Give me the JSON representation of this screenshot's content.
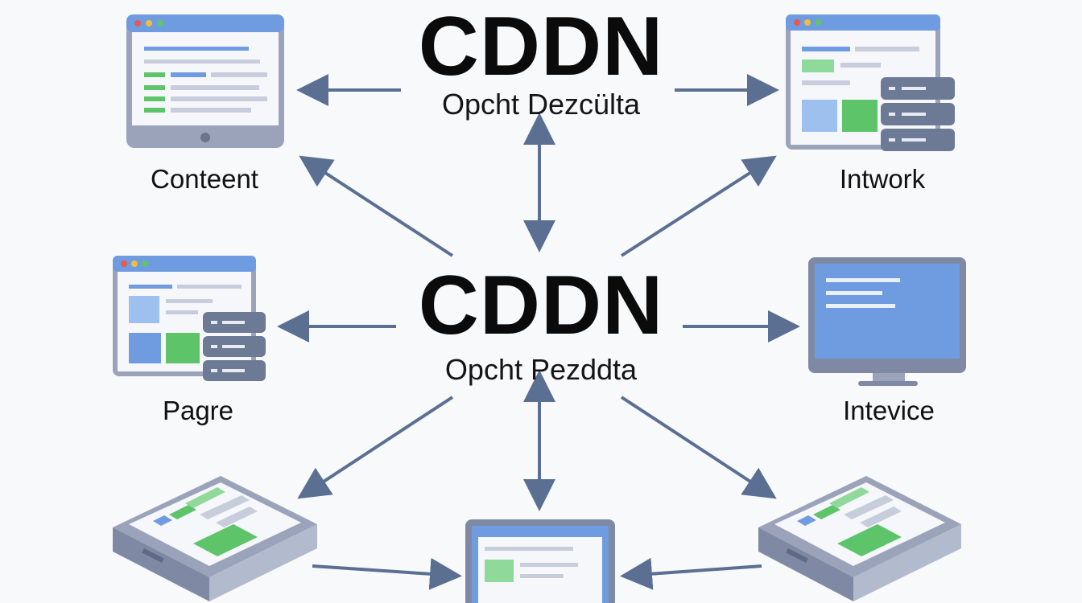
{
  "top_node": {
    "title": "CDDN",
    "subtitle": "Opcht Dezcülta"
  },
  "center_node": {
    "title": "CDDN",
    "subtitle": "Opcht Pezddta"
  },
  "nodes": {
    "content": {
      "label": "Conteent",
      "icon": "browser-window-icon"
    },
    "network": {
      "label": "Intwork",
      "icon": "browser-server-icon"
    },
    "page": {
      "label": "Pagre",
      "icon": "browser-server-icon"
    },
    "device": {
      "label": "Intevice",
      "icon": "monitor-icon"
    },
    "bottom_left": {
      "icon": "server-tray-icon"
    },
    "bottom_center": {
      "icon": "tablet-icon"
    },
    "bottom_right": {
      "icon": "server-tray-icon"
    }
  },
  "colors": {
    "arrow": "#5a6f92",
    "device_frame": "#8e98b0",
    "browser_bar": "#6f9be0",
    "screen_blue": "#6f9be0",
    "accent_green": "#5ec46a",
    "background": "#f8f9fb"
  }
}
